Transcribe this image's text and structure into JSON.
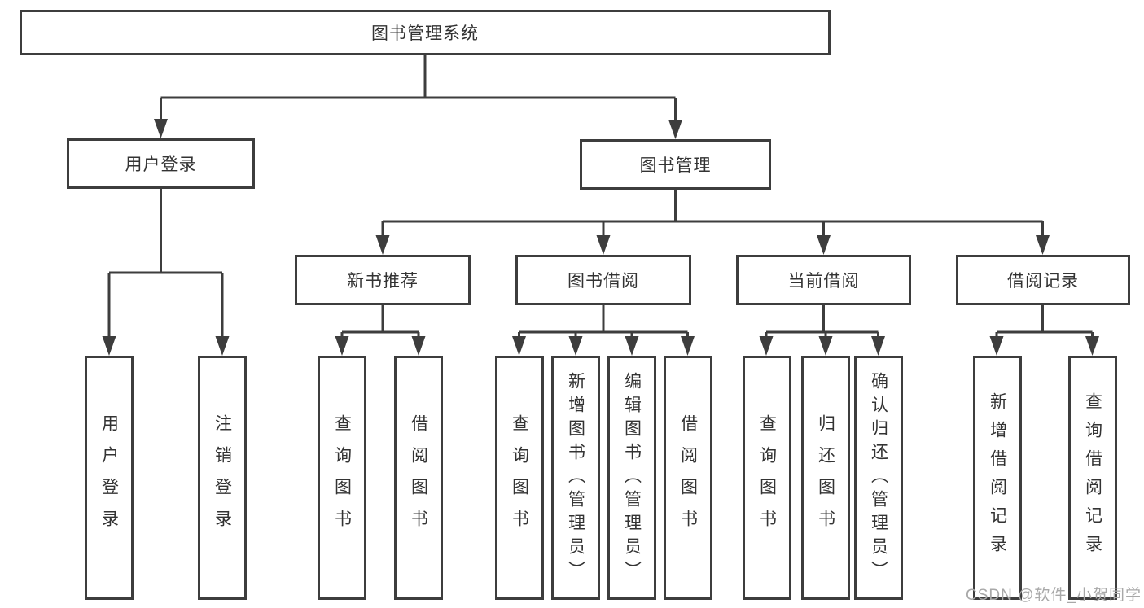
{
  "diagram": {
    "root": {
      "label": "图书管理系统"
    },
    "branches": [
      {
        "label": "用户登录"
      },
      {
        "label": "图书管理"
      }
    ],
    "modules": [
      {
        "label": "新书推荐"
      },
      {
        "label": "图书借阅"
      },
      {
        "label": "当前借阅"
      },
      {
        "label": "借阅记录"
      }
    ],
    "leaves": [
      {
        "label": "用户登录",
        "parent": "用户登录"
      },
      {
        "label": "注销登录",
        "parent": "用户登录"
      },
      {
        "label": "查询图书",
        "parent": "新书推荐"
      },
      {
        "label": "借阅图书",
        "parent": "新书推荐"
      },
      {
        "label": "查询图书",
        "parent": "图书借阅"
      },
      {
        "label": "新增图书（管理员）",
        "parent": "图书借阅"
      },
      {
        "label": "编辑图书（管理员）",
        "parent": "图书借阅"
      },
      {
        "label": "借阅图书",
        "parent": "图书借阅"
      },
      {
        "label": "查询图书",
        "parent": "当前借阅"
      },
      {
        "label": "归还图书",
        "parent": "当前借阅"
      },
      {
        "label": "确认归还（管理员）",
        "parent": "当前借阅"
      },
      {
        "label": "新增借阅记录",
        "parent": "借阅记录"
      },
      {
        "label": "查询借阅记录",
        "parent": "借阅记录"
      }
    ]
  },
  "watermark": "CSDN @软件_小贺同学",
  "colors": {
    "line": "#3d3d3d",
    "text": "#333333",
    "watermark": "#a8a8a8",
    "background": "#ffffff"
  }
}
